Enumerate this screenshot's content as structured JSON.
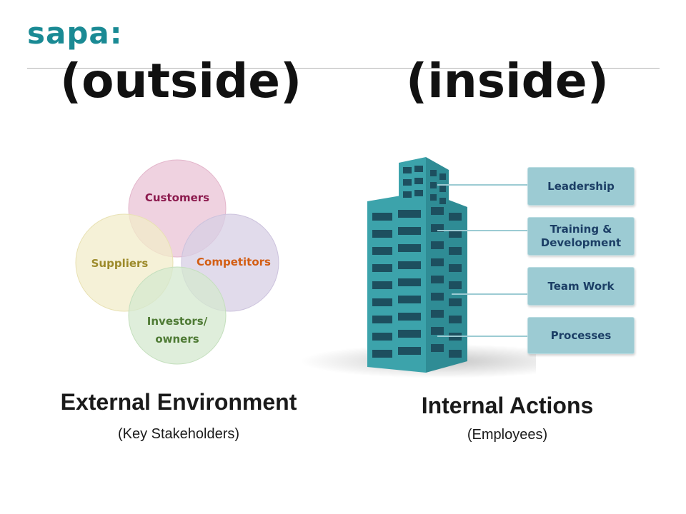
{
  "logo": {
    "text": "sapa:",
    "color": "#1a8a94"
  },
  "headings": {
    "outside": "(outside)",
    "inside": "(inside)"
  },
  "stakeholders": {
    "circles": [
      {
        "label": "Customers",
        "fill": "#eac3d6",
        "text_color": "#8c1a4e"
      },
      {
        "label": "Competitors",
        "fill": "#d7cfe4",
        "text_color": "#d35e14"
      },
      {
        "label": "Suppliers",
        "fill": "#f1ecca",
        "text_color": "#9c8a2a"
      },
      {
        "label": "Investors/\nowners",
        "fill": "#d4e8cf",
        "text_color": "#4e7a34"
      }
    ]
  },
  "building": {
    "color": "#3aa0a8",
    "window_color": "#1d4f5f",
    "items": [
      {
        "label": "Leadership"
      },
      {
        "label": "Training &\nDevelopment"
      },
      {
        "label": "Team Work"
      },
      {
        "label": "Processes"
      }
    ],
    "box_color": "#9ccbd3",
    "text_color": "#1c3f66"
  },
  "captions": {
    "external_title": "External Environment",
    "external_sub": "(Key Stakeholders)",
    "internal_title": "Internal Actions",
    "internal_sub": "(Employees)"
  }
}
